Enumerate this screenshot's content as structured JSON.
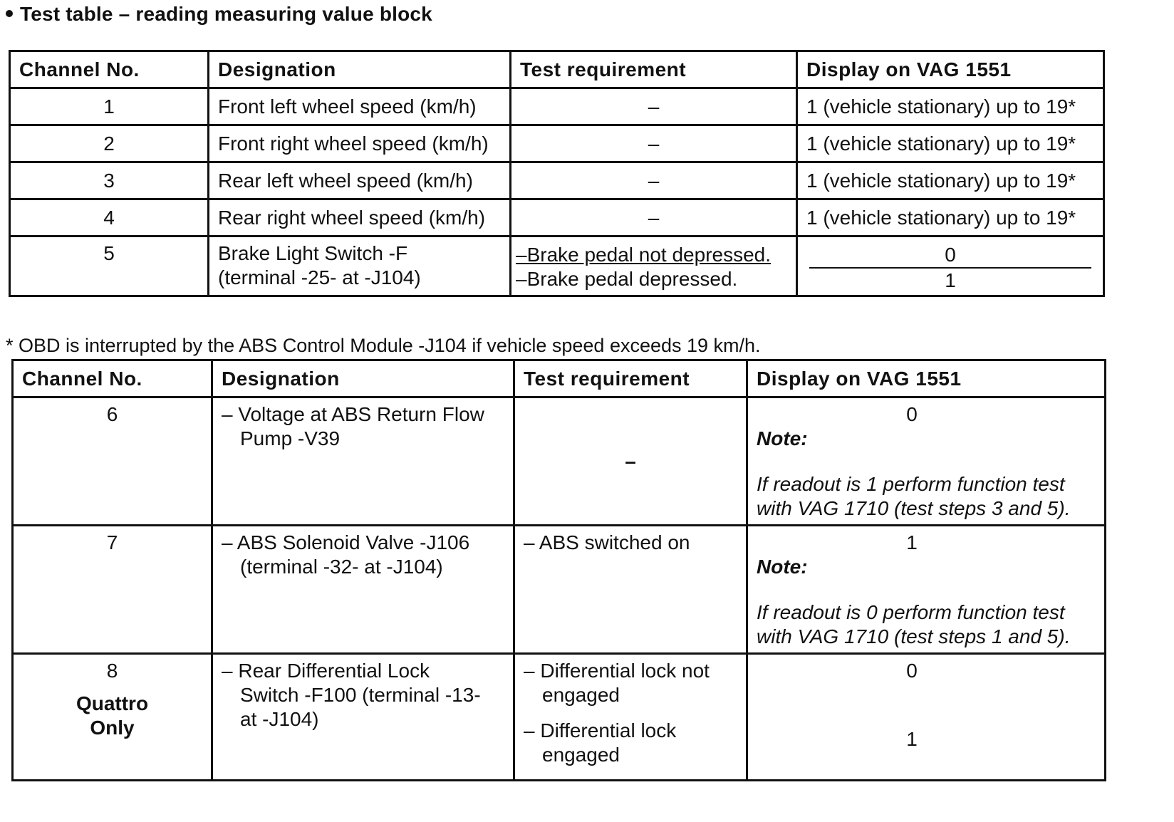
{
  "heading": "Test table –  reading measuring value block",
  "table1": {
    "headers": [
      "Channel No.",
      "Designation",
      "Test requirement",
      "Display on VAG 1551"
    ],
    "rows": [
      {
        "channel": "1",
        "designation": "Front left wheel speed (km/h)",
        "requirement": "–",
        "display": "1 (vehicle stationary) up to 19*"
      },
      {
        "channel": "2",
        "designation": "Front right wheel speed (km/h)",
        "requirement": "–",
        "display": "1 (vehicle stationary) up to 19*"
      },
      {
        "channel": "3",
        "designation": "Rear left wheel speed (km/h)",
        "requirement": "–",
        "display": "1 (vehicle stationary) up to 19*"
      },
      {
        "channel": "4",
        "designation": "Rear right wheel speed (km/h)",
        "requirement": "–",
        "display": "1 (vehicle stationary) up to 19*"
      },
      {
        "channel": "5",
        "designation_line1": "Brake Light Switch -F",
        "designation_line2": "(terminal -25- at -J104)",
        "requirement_line1": "–Brake pedal not depressed.",
        "requirement_line2": "–Brake pedal depressed.",
        "display_line1": "0",
        "display_line2": "1"
      }
    ]
  },
  "footnote": "* OBD is interrupted by the ABS Control Module -J104 if vehicle speed exceeds 19 km/h.",
  "table2": {
    "headers": [
      "Channel No.",
      "Designation",
      "Test requirement",
      "Display on VAG 1551"
    ],
    "rows": [
      {
        "channel": "6",
        "designation_line1": "– Voltage at ABS Return Flow",
        "designation_line2": "Pump -V39",
        "requirement": "–",
        "display_value": "0",
        "note_label": "Note:",
        "note_text_line1": "If readout is 1 perform function test",
        "note_text_line2": "with VAG 1710 (test steps 3 and 5)."
      },
      {
        "channel": "7",
        "designation_line1": "– ABS Solenoid Valve -J106",
        "designation_line2": "(terminal -32- at -J104)",
        "requirement": "– ABS switched on",
        "display_value": "1",
        "note_label": "Note:",
        "note_text_line1": "If readout is 0 perform function test",
        "note_text_line2": "with VAG 1710 (test steps 1 and 5)."
      },
      {
        "channel": "8",
        "channel_note_line1": "Quattro",
        "channel_note_line2": "Only",
        "designation_line1": "– Rear Differential Lock",
        "designation_line2": "Switch -F100 (terminal -13-",
        "designation_line3": "at -J104)",
        "requirement_a_line1": "– Differential lock not",
        "requirement_a_line2": "engaged",
        "requirement_b_line1": "– Differential lock",
        "requirement_b_line2": "engaged",
        "display_a": "0",
        "display_b": "1"
      }
    ]
  }
}
